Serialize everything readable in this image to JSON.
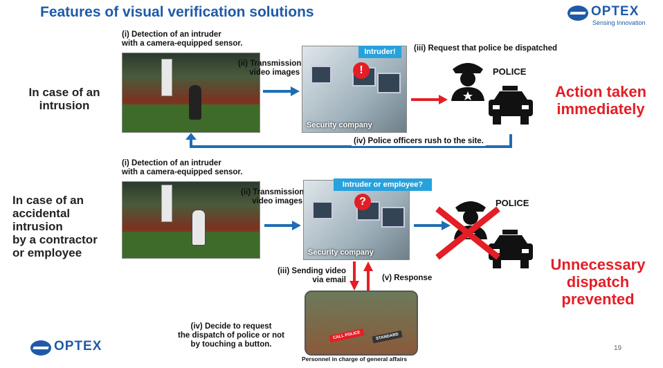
{
  "title": "Features of visual verification solutions",
  "logo": {
    "name": "OPTEX",
    "tagline": "Sensing Innovation"
  },
  "case1": {
    "label": "In case of an intrusion",
    "step1": "(i) Detection of an intruder\nwith a camera-equipped sensor.",
    "step2": "(ii) Transmission of\nvideo images",
    "bubble": "Intruder!",
    "step3": "(iii) Request that police be dispatched",
    "police": "POLICE",
    "result": "Action taken\nimmediately",
    "step4": "(iv) Police officers rush to the site.",
    "office_caption": "Security company"
  },
  "case2": {
    "label": "In case of an\naccidental\nintrusion\nby a contractor\nor employee",
    "step1": "(i) Detection of an intruder\nwith a camera-equipped sensor.",
    "step2": "(ii) Transmission of\nvideo images",
    "bubble": "Intruder or employee?",
    "police": "POLICE",
    "result": "Unnecessary\ndispatch\nprevented",
    "step3": "(iii) Sending video\nvia email",
    "step5": "(v) Response",
    "step4": "(iv) Decide to request\nthe dispatch of police or not\nby touching a button.",
    "office_caption": "Security company",
    "phone_caption": "Personnel in charge of general affairs",
    "phone_btn_left": "CALL POLICE",
    "phone_btn_right": "STANDARD"
  },
  "colors": {
    "blue": "#1f5aa8",
    "red": "#e41e26",
    "arrow_blue": "#1f6db3"
  },
  "page_number": "19"
}
